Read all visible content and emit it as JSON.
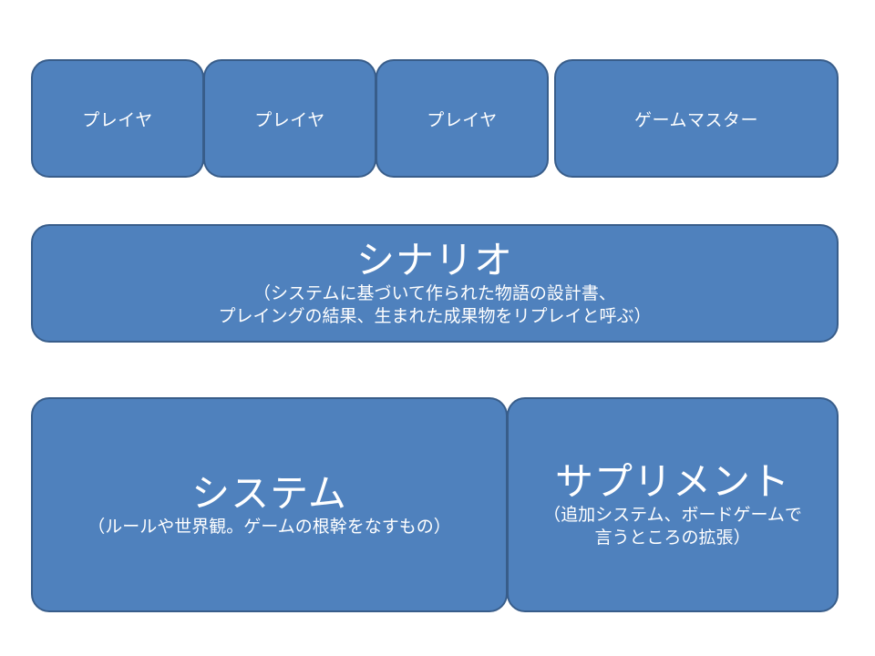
{
  "players": [
    {
      "label": "プレイヤ"
    },
    {
      "label": "プレイヤ"
    },
    {
      "label": "プレイヤ"
    }
  ],
  "game_master": {
    "label": "ゲームマスター"
  },
  "scenario": {
    "title": "シナリオ",
    "description_line1": "（システムに基づいて作られた物語の設計書、",
    "description_line2": "プレイングの結果、生まれた成果物をリプレイと呼ぶ）"
  },
  "system": {
    "title": "システム",
    "description": "（ルールや世界観。ゲームの根幹をなすもの）"
  },
  "supplement": {
    "title": "サプリメント",
    "description_line1": "（追加システム、ボードゲームで",
    "description_line2": "言うところの拡張）"
  },
  "colors": {
    "box_fill": "#4f81bd",
    "box_border": "#385d8a",
    "text": "#ffffff"
  }
}
